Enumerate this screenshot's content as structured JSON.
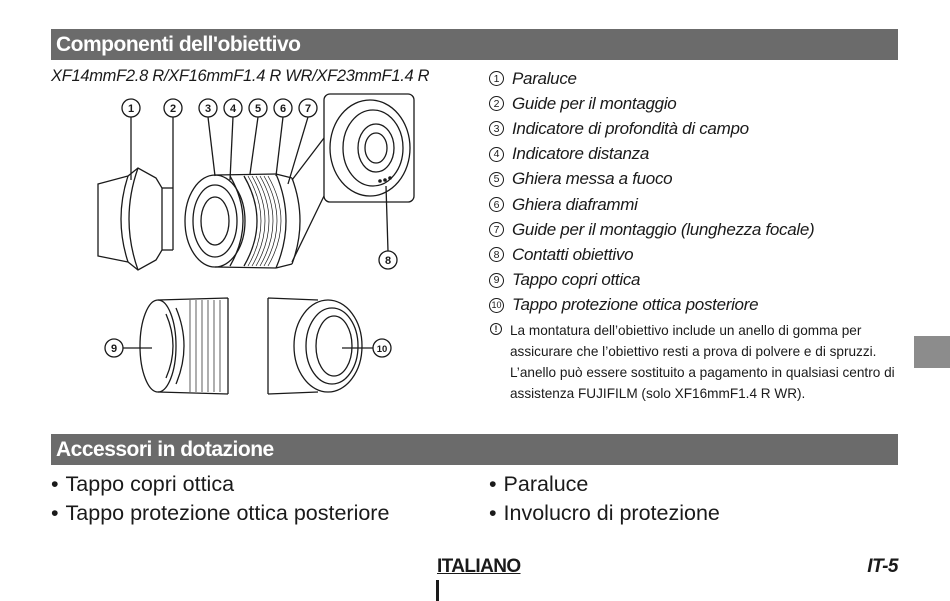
{
  "sections": {
    "components_title": "Componenti dell'obiettivo",
    "accessories_title": "Accessori in dotazione"
  },
  "models": "XF14mmF2.8 R/XF16mmF1.4 R WR/XF23mmF1.4 R",
  "diagram": {
    "callouts": [
      "①",
      "②",
      "③",
      "④",
      "⑤",
      "⑥",
      "⑦",
      "⑧",
      "⑨",
      "⑩"
    ]
  },
  "parts": [
    {
      "num": "1",
      "label": "Paraluce"
    },
    {
      "num": "2",
      "label": "Guide per il montaggio"
    },
    {
      "num": "3",
      "label": "Indicatore di profondità di campo"
    },
    {
      "num": "4",
      "label": "Indicatore distanza"
    },
    {
      "num": "5",
      "label": "Ghiera messa a fuoco"
    },
    {
      "num": "6",
      "label": "Ghiera diaframmi"
    },
    {
      "num": "7",
      "label": "Guide per il montaggio (lunghezza focale)"
    },
    {
      "num": "8",
      "label": "Contatti obiettivo"
    },
    {
      "num": "9",
      "label": "Tappo copri ottica"
    },
    {
      "num": "10",
      "label": "Tappo protezione ottica posteriore"
    }
  ],
  "note": {
    "icon": "!",
    "text": "La montatura dell’obiettivo include un anello di gomma per assicurare che l’obiettivo resti a prova di polvere e di spruzzi. L’anello può essere sostituito a pagamento in qualsiasi centro di assistenza FUJIFILM (solo XF16mmF1.4 R WR)."
  },
  "accessories": {
    "left": [
      "Tappo copri ottica",
      "Tappo protezione ottica posteriore"
    ],
    "right": [
      "Paraluce",
      "Involucro di protezione"
    ]
  },
  "footer": {
    "language": "ITALIANO",
    "page": "IT-5"
  }
}
